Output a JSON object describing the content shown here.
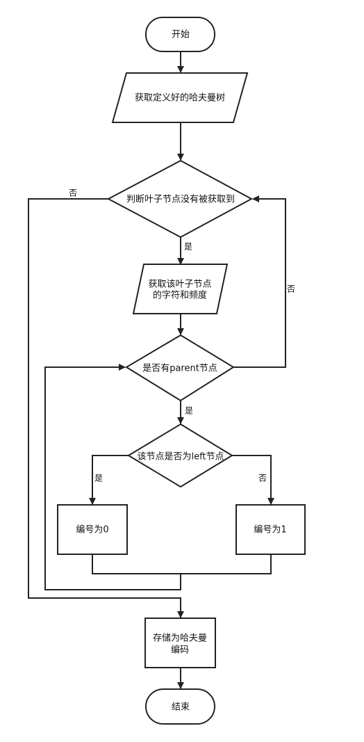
{
  "nodes": {
    "start": "开始",
    "get_tree": "获取定义好的哈夫曼树",
    "check_leaves": "判断叶子节点没有被获取到",
    "get_leaf_line1": "获取该叶子节点",
    "get_leaf_line2": "的字符和频度",
    "has_parent": "是否有parent节点",
    "is_left": "该节点是否为left节点",
    "code0": "编号为0",
    "code1": "编号为1",
    "store_line1": "存储为哈夫曼",
    "store_line2": "编码",
    "end": "结束"
  },
  "edge_labels": {
    "leaves_no": "否",
    "leaves_yes": "是",
    "parent_no": "否",
    "parent_yes": "是",
    "left_yes": "是",
    "left_no": "否"
  }
}
